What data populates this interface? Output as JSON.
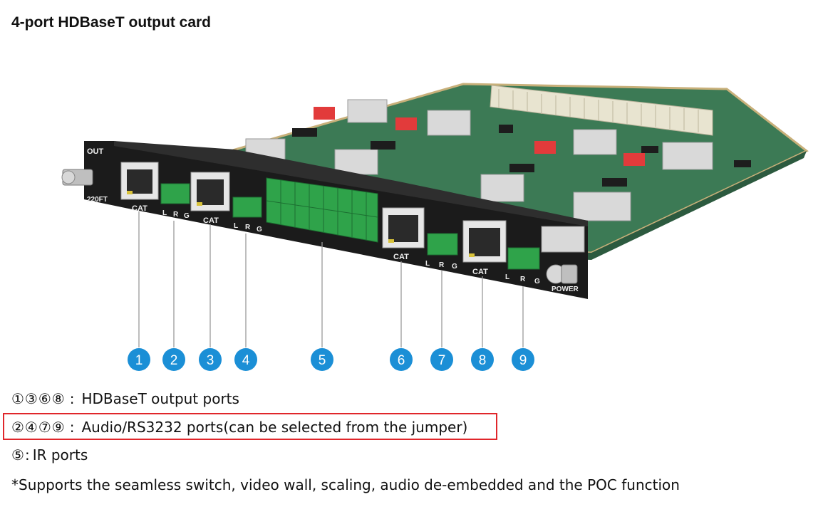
{
  "title": "4-port HDBaseT output card",
  "board": {
    "panel_label_out": "OUT",
    "panel_label_model": "220FT",
    "panel_label_power": "POWER",
    "port_labels": {
      "cat": "CAT",
      "l": "L",
      "r": "R",
      "g": "G"
    }
  },
  "callouts": [
    "1",
    "2",
    "3",
    "4",
    "5",
    "6",
    "7",
    "8",
    "9"
  ],
  "callout_color": "#1b8fd6",
  "highlight_color": "#e0262b",
  "legend": [
    {
      "nums": "①③⑥⑧",
      "sep": ":",
      "text": "HDBaseT output ports",
      "highlighted": false
    },
    {
      "nums": "②④⑦⑨",
      "sep": ":",
      "text": "Audio/RS3232 ports(can be selected from the jumper)",
      "highlighted": true
    },
    {
      "nums": "⑤",
      "sep": ":",
      "text": "IR ports",
      "highlighted": false
    }
  ],
  "footnote": "*Supports the seamless switch, video wall, scaling, audio de-embedded and the POC function"
}
